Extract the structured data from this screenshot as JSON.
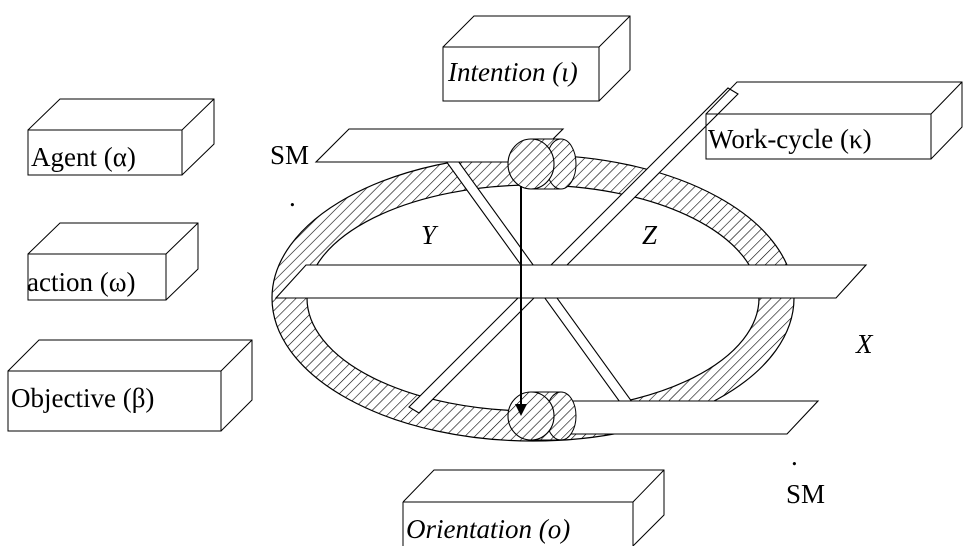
{
  "diagram": {
    "boxes": {
      "intention": "Intention (ι)",
      "work_cycle": "Work-cycle (κ)",
      "agent": "Agent (α)",
      "action": "action (ω)",
      "objective": "Objective (β)",
      "orientation": "Orientation (ο)"
    },
    "axes": {
      "x": "X",
      "y": "Y",
      "z": "Z"
    },
    "markers": {
      "sm_top": "SM",
      "sm_bottom": "SM",
      "dot_top": ".",
      "dot_bottom": "."
    }
  }
}
